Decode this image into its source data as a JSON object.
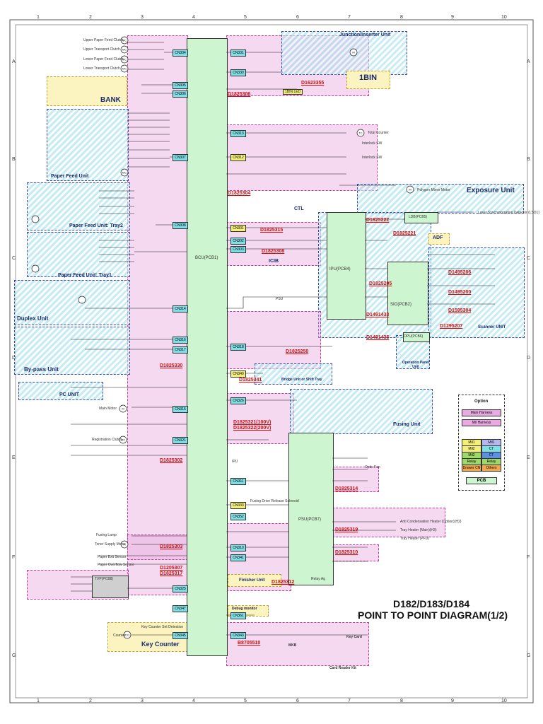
{
  "title": {
    "model": "D182/D183/D184",
    "name": "POINT TO POINT DIAGRAM(1/2)"
  },
  "grid": {
    "columns": [
      "1",
      "2",
      "3",
      "4",
      "5",
      "6",
      "7",
      "8",
      "9",
      "10"
    ],
    "rows": [
      "A",
      "B",
      "C",
      "D",
      "E",
      "F",
      "G"
    ]
  },
  "boards": {
    "bcu": "BCU(PCB1)",
    "ipu": "IPU(PCB4)",
    "sio": "SIO(PCB2)",
    "psu": "PSU(PCB7)",
    "ldb": "LDB(PCB5)",
    "opu": "OPU(PCB6)",
    "tvp": "TVP(PCB8)"
  },
  "units": {
    "bank": "BANK",
    "paper_feed": "Paper Feed Unit",
    "paper_feed_tray2": "Paper Feed Unit: Tray2",
    "paper_feed_tray1": "Paper Feed Unit: Tray1",
    "duplex": "Duplex Unit",
    "bypass": "By-pass Unit",
    "pc_unit": "PC UNIT",
    "junction": "Junction/Inserter Unit",
    "one_bin": "1BIN",
    "one_bin_led": "1BIN LED",
    "exposure": "Exposure Unit",
    "ctl": "CTL",
    "adf": "ADF",
    "icib": "ICIB",
    "scanner": "Scanner UNIT",
    "operation_panel": "Operation Panel Unit",
    "bridge": "Bridge Unit or Shift Tray",
    "fusing": "Fusing Unit",
    "finisher": "Finisher Unit",
    "debug": "Debug monitor",
    "key_counter": "Key Counter",
    "card_reader": "Card Reader Kit",
    "mkb": "MKB",
    "psu_label": "PSU",
    "ipu_label": "IPU"
  },
  "codes": [
    "D1825306",
    "D1623355",
    "D1825304",
    "D1825315",
    "D1825308",
    "D1825222",
    "D1825221",
    "D1825205",
    "D1495206",
    "D1495200",
    "D1595304",
    "D1295207",
    "D1491433",
    "D1491435",
    "D1825250",
    "D1825330",
    "D1825341",
    "D1825321(100V)",
    "D1825322(200V)",
    "D1825302",
    "D1825314",
    "D1825319",
    "D1825310",
    "D1825303",
    "D1205307",
    "D1825317",
    "D1825312",
    "B8705510"
  ],
  "bcu_connectors": [
    "CN304",
    "CN331",
    "CN330",
    "CN305",
    "CN306",
    "CN313",
    "CN312",
    "CN307",
    "CN308",
    "CN301",
    "CN302",
    "CN303",
    "CN314",
    "CN316",
    "CN317",
    "CN318",
    "CN340",
    "CN326",
    "CN315",
    "CN321",
    "CN311",
    "CN333",
    "CN352",
    "CN310",
    "CN341",
    "CN325",
    "CN347",
    "CN345",
    "CN361",
    "CN343"
  ],
  "peripheral_labels": {
    "upper_paper_feed_clutch": "Upper Paper Feed Clutch",
    "upper_transport_clutch": "Upper Transport Clutch",
    "lower_paper_feed_clutch": "Lower Paper Feed Clutch",
    "lower_transport_clutch": "Lower Transport Clutch",
    "total_counter": "Total Counter",
    "interlock_sw": "Interlock SW",
    "main_motor": "Main Motor",
    "registration_clutch": "Registration Clutch",
    "toner_supply_motor": "Toner Supply Motor",
    "fusing_lamp": "Fusing Lamp",
    "paper_exit_sensor": "Paper Exit Sensor",
    "paper_overflow_sensor": "Paper Overflow Sensor",
    "anti_condensation_heater": "Anti Condensation Heater (Option)(H2)",
    "tray_heater_main": "Tray Heater (Main)(H3)",
    "tray_heater_pfu": "Tray Heater (PFU)",
    "key_counter_set_detection": "Key Counter Set Detection",
    "key_card": "Key Card",
    "counter": "Counter",
    "relay_ag": "Relay Ag",
    "fusing_drive_release_solenoid": "Fusing Drive Release Solenoid",
    "optic_fan": "Optic Fan",
    "lds_sync_detector": "Laser Synchronization Detector (LSD1)",
    "polygon_mirror_motor": "Polygon Mirror Motor"
  },
  "legend": {
    "title": "Option",
    "items": [
      "Main Harness",
      "Mil Harness"
    ],
    "colors": [
      {
        "a": "Mil1",
        "b": "Mil1"
      },
      {
        "a": "Mil2",
        "b": "CT"
      },
      {
        "a": "Mil2",
        "b": "CT"
      },
      {
        "a": "Relay",
        "b": "Relay"
      },
      {
        "a": "Drawer CN",
        "b": "Others"
      }
    ],
    "pcb": "PCB"
  },
  "colors": {
    "pcb_green": "#cdf5cf",
    "zone_pink": "#e9aae1",
    "zone_cyan": "#96dceb",
    "zone_yellow": "#fbf3c0",
    "code_red": "#d01010",
    "unit_blue": "#1a2a6c"
  }
}
